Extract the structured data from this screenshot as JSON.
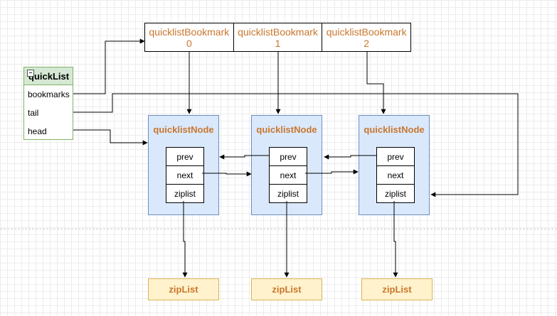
{
  "bookmarks": [
    {
      "name": "quicklistBookmark",
      "index": "0"
    },
    {
      "name": "quicklistBookmark",
      "index": "1"
    },
    {
      "name": "quicklistBookmark",
      "index": "2"
    }
  ],
  "quicklist": {
    "title": "quickList",
    "fields": [
      "bookmarks",
      "tail",
      "head"
    ]
  },
  "nodes": [
    {
      "title": "quicklistNode",
      "fields": [
        "prev",
        "next",
        "ziplist"
      ]
    },
    {
      "title": "quicklistNode",
      "fields": [
        "prev",
        "next",
        "ziplist"
      ]
    },
    {
      "title": "quicklistNode",
      "fields": [
        "prev",
        "next",
        "ziplist"
      ]
    }
  ],
  "ziplists": [
    "zipList",
    "zipList",
    "zipList"
  ],
  "colors": {
    "label_text": "#c8772d",
    "node_fill": "#dae8fc",
    "node_stroke": "#6c8ebf",
    "quicklist_fill": "#d5e8d4",
    "quicklist_stroke": "#82b366",
    "ziplist_fill": "#fff2cc",
    "ziplist_stroke": "#d6b656"
  }
}
